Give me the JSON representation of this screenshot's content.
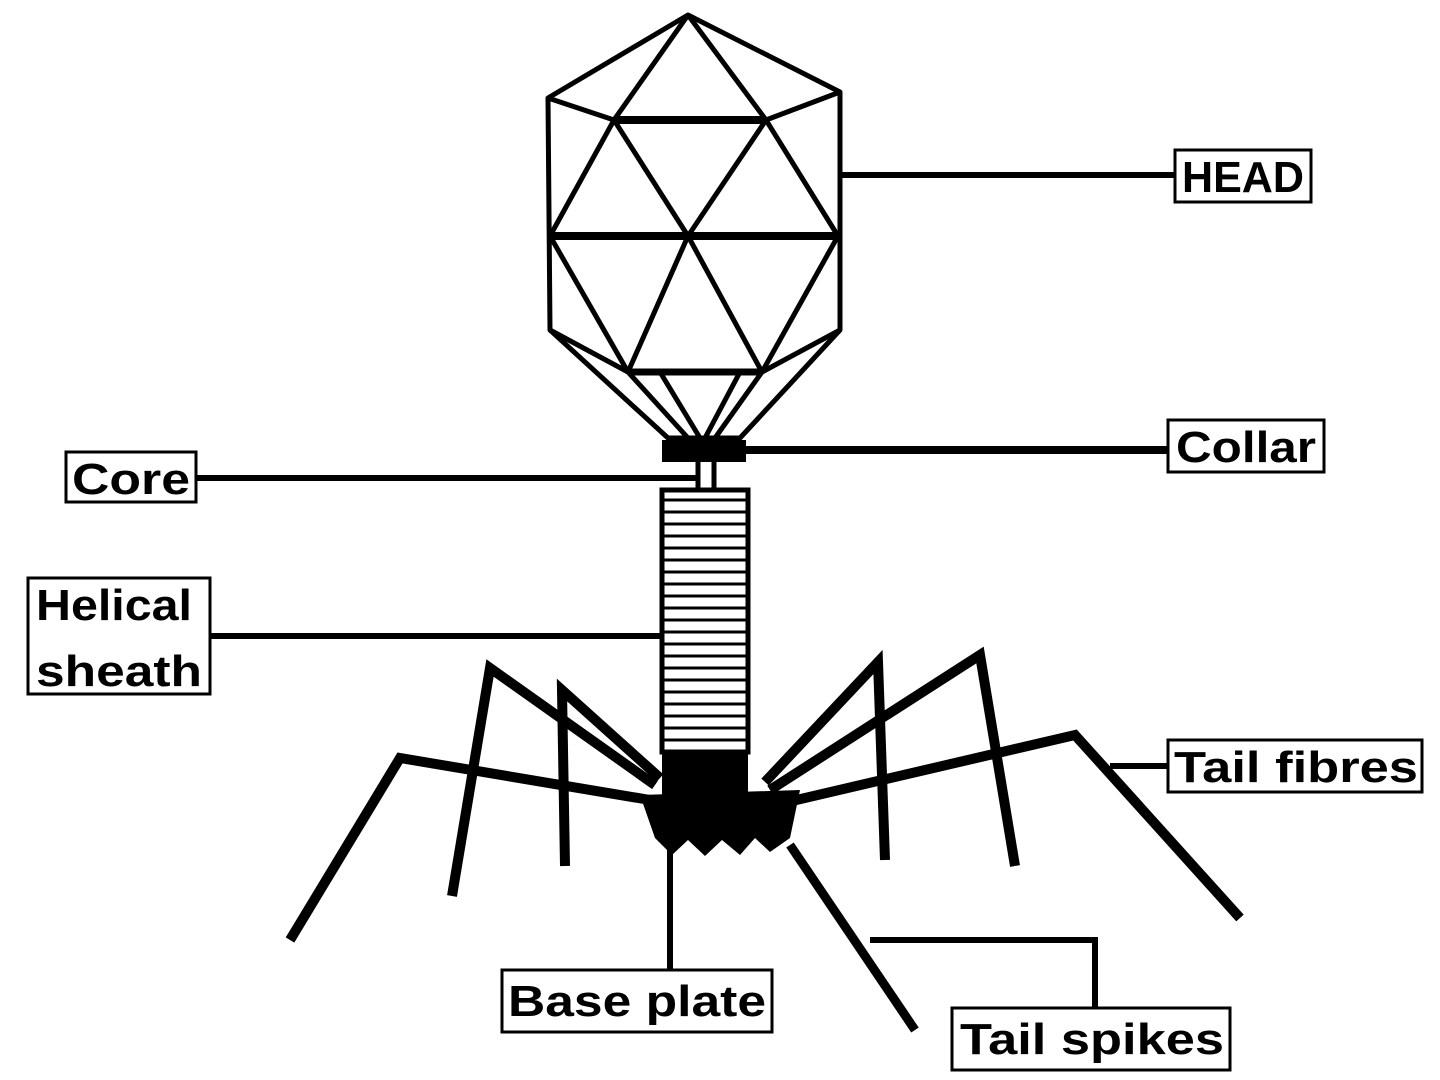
{
  "labels": {
    "head": "HEAD",
    "collar": "Collar",
    "core": "Core",
    "helical_sheath_line1": "Helical",
    "helical_sheath_line2": "sheath",
    "tail_fibres": "Tail fibres",
    "base_plate": "Base plate",
    "tail_spikes": "Tail spikes"
  },
  "colors": {
    "ink": "#000000",
    "background": "#ffffff"
  }
}
